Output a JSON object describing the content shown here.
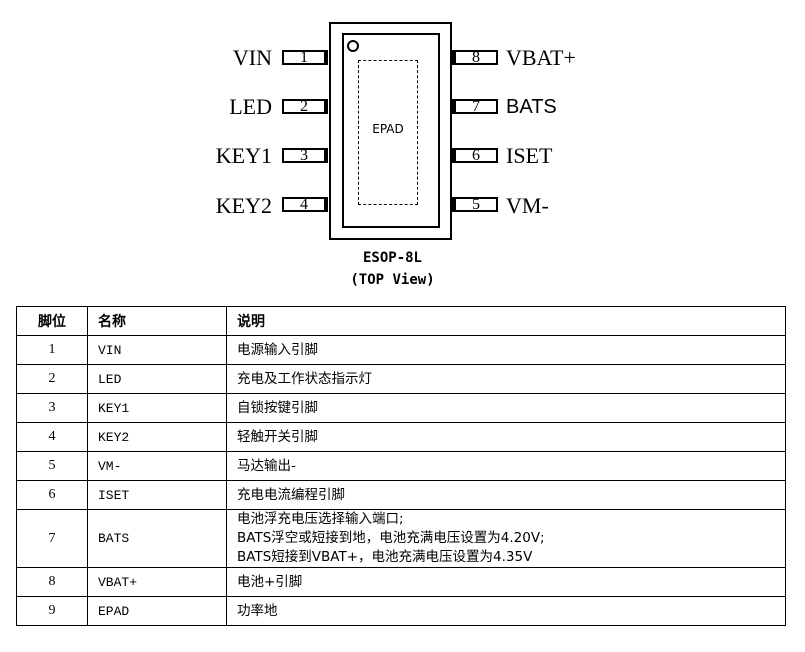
{
  "diagram": {
    "left_pins": [
      {
        "name": "VIN",
        "number": "1"
      },
      {
        "name": "LED",
        "number": "2"
      },
      {
        "name": "KEY1",
        "number": "3"
      },
      {
        "name": "KEY2",
        "number": "4"
      }
    ],
    "right_pins": [
      {
        "name": "VBAT+",
        "number": "8"
      },
      {
        "name": "BATS",
        "number": "7"
      },
      {
        "name": "ISET",
        "number": "6"
      },
      {
        "name": "VM-",
        "number": "5"
      }
    ],
    "epad_label": "EPAD",
    "package_name": "ESOP-8L",
    "view_label": "(TOP View)"
  },
  "table": {
    "headers": {
      "pin": "脚位",
      "name": "名称",
      "desc": "说明"
    },
    "rows": [
      {
        "pin": "1",
        "name": "VIN",
        "desc": [
          "电源输入引脚"
        ]
      },
      {
        "pin": "2",
        "name": "LED",
        "desc": [
          "充电及工作状态指示灯"
        ]
      },
      {
        "pin": "3",
        "name": "KEY1",
        "desc": [
          "自锁按键引脚"
        ]
      },
      {
        "pin": "4",
        "name": "KEY2",
        "desc": [
          "轻触开关引脚"
        ]
      },
      {
        "pin": "5",
        "name": "VM-",
        "desc": [
          "马达输出-"
        ]
      },
      {
        "pin": "6",
        "name": "ISET",
        "desc": [
          "充电电流编程引脚"
        ]
      },
      {
        "pin": "7",
        "name": "BATS",
        "desc": [
          "电池浮充电压选择输入端口;",
          "BATS浮空或短接到地，电池充满电压设置为4.20V;",
          "BATS短接到VBAT+，电池充满电压设置为4.35V"
        ]
      },
      {
        "pin": "8",
        "name": "VBAT+",
        "desc": [
          "电池+引脚"
        ]
      },
      {
        "pin": "9",
        "name": "EPAD",
        "desc": [
          "功率地"
        ]
      }
    ]
  }
}
